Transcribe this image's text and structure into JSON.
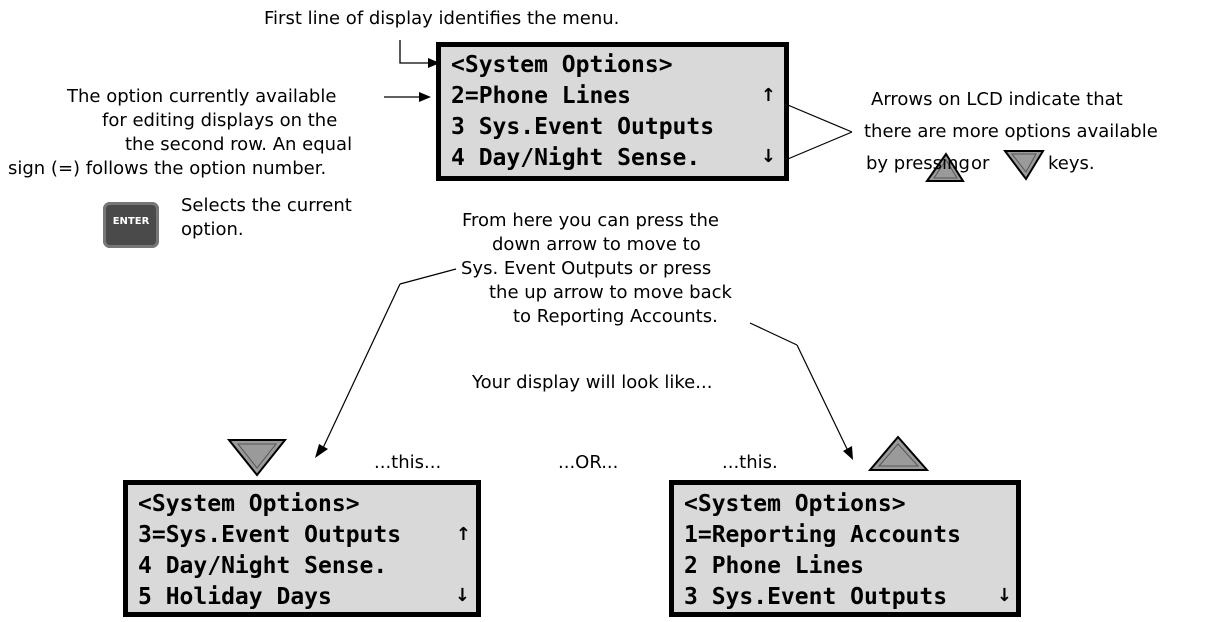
{
  "annotations": {
    "first_line": "First line of display identifies the menu.",
    "option_line1": "The option currently available",
    "option_line2": "for editing displays on the",
    "option_line3": "the second row. An equal",
    "option_line4": "sign (=) follows the option number.",
    "enter_label": "ENTER",
    "selects_line1": "Selects the current",
    "selects_line2": "option.",
    "arrows_line1": "Arrows on LCD indicate that",
    "arrows_line2": "there are more options available",
    "arrows_line3_a": "by pressing",
    "arrows_line3_b": "or",
    "arrows_line3_c": "keys.",
    "from_line1": "From here you can press the",
    "from_line2": "down arrow to move to",
    "from_line3": "Sys. Event Outputs or press",
    "from_line4": "the up arrow to move back",
    "from_line5": "to Reporting Accounts.",
    "your_display": "Your display will look like...",
    "this1": "...this...",
    "or": "...OR...",
    "this2": "...this."
  },
  "lcd_main": {
    "rows": [
      "<System Options>",
      "2=Phone Lines",
      "3 Sys.Event Outputs",
      "4 Day/Night Sense."
    ],
    "up_arrow": "↑",
    "down_arrow": "↓"
  },
  "lcd_left": {
    "rows": [
      "<System Options>",
      "3=Sys.Event Outputs",
      "4 Day/Night Sense.",
      "5 Holiday Days"
    ],
    "up_arrow": "↑",
    "down_arrow": "↓"
  },
  "lcd_right": {
    "rows": [
      "<System Options>",
      "1=Reporting Accounts",
      "2 Phone Lines",
      "3 Sys.Event Outputs"
    ],
    "down_arrow": "↓"
  },
  "colors": {
    "lcd_background": "#d9d9d9",
    "triangle_fill": "#9a9a9a",
    "enter_key": "#4a4a4a"
  }
}
